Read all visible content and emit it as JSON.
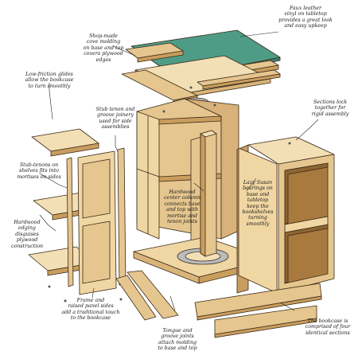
{
  "colors": {
    "wood_light": "#f3dfb5",
    "wood_mid": "#e6c68f",
    "wood_dark": "#c99d5d",
    "wood_shadow": "#a97a3e",
    "outline": "#3a2a18",
    "vinyl_green": "#4f9c86",
    "metal": "#b9bcbd",
    "leader": "#222222"
  },
  "callouts": [
    {
      "id": "faux-leather",
      "text": "Faux leather\nvinyl on tabletop\nprovides a great look\nand easy upkeep"
    },
    {
      "id": "cove-molding",
      "text": "Shop-made\ncove molding\non base and top\ncovers plywood\nedges"
    },
    {
      "id": "glides",
      "text": "Low-friction glides\nallow the bookcase\nto turn smoothly"
    },
    {
      "id": "stub-tenon-groove",
      "text": "Stub tenon and\ngroove joinery\nused for side\nassemblies"
    },
    {
      "id": "sections-lock",
      "text": "Sections lock\ntogether for\nrigid assembly"
    },
    {
      "id": "stub-tenons-shelves",
      "text": "Stub-tenons on\nshelves fits into\nmortises on sides"
    },
    {
      "id": "center-column",
      "text": "Hardwood\ncenter column\nconnects base\nand top with\nmortise and\ntenon joints"
    },
    {
      "id": "lazy-susan",
      "text": "Lazy Susan\nbearings on\nbase and\ntabletop\nkeep the\nbookshelves\nturning\nsmoothly"
    },
    {
      "id": "edging",
      "text": "Hardwood\nedging\ndisguises\nplywood\nconstruction"
    },
    {
      "id": "frame-panel",
      "text": "Frame and\nraised panel sides\nadd a traditional touch\nto the bookcase"
    },
    {
      "id": "tongue-groove",
      "text": "Tongue and\ngroove joints\nattach molding\nto base and top"
    },
    {
      "id": "four-sections",
      "text": "The bookcase is\ncomprised of four\nidentical sections"
    }
  ]
}
